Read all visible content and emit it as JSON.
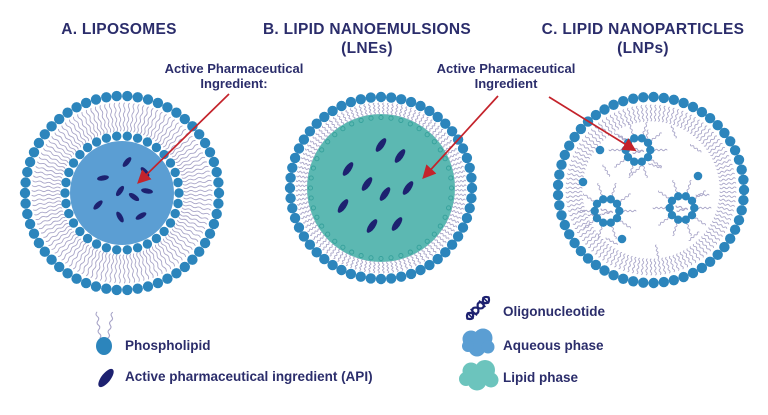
{
  "panels": [
    {
      "id": "liposomes",
      "title": "A. LIPOSOMES",
      "subtitle": ""
    },
    {
      "id": "lipid-nanoemulsions",
      "title": "B. LIPID NANOEMULSIONS",
      "subtitle": "(LNEs)"
    },
    {
      "id": "lipid-nanoparticles",
      "title": "C. LIPID NANOPARTICLES",
      "subtitle": "(LNPs)"
    }
  ],
  "annotations": [
    {
      "line1": "Active Pharmaceutical",
      "line2": "Ingredient:"
    },
    {
      "line1": "Active Pharmaceutical",
      "line2": "Ingredient"
    }
  ],
  "legend": {
    "left": [
      {
        "icon": "phospholipid-icon",
        "label": "Phospholipid"
      },
      {
        "icon": "api-icon",
        "label": "Active pharmaceutical ingredient (API)"
      }
    ],
    "right": [
      {
        "icon": "oligonucleotide-icon",
        "label": "Oligonucleotide"
      },
      {
        "icon": "aqueous-phase-swatch",
        "label": "Aqueous phase"
      },
      {
        "icon": "lipid-phase-swatch",
        "label": "Lipid phase"
      }
    ]
  },
  "colors": {
    "text": "#2b2d6b",
    "phospholipid_head": "#2c85bc",
    "lipid_tail": "#a8a5c8",
    "aqueous_phase": "#5b9ed3",
    "lipid_phase": "#5cb8b2",
    "lipid_phase_swatch": "#6cc4bd",
    "api": "#1d2170",
    "arrow": "#c4232b",
    "micro_ring": "#35a09b",
    "background": "#ffffff"
  }
}
